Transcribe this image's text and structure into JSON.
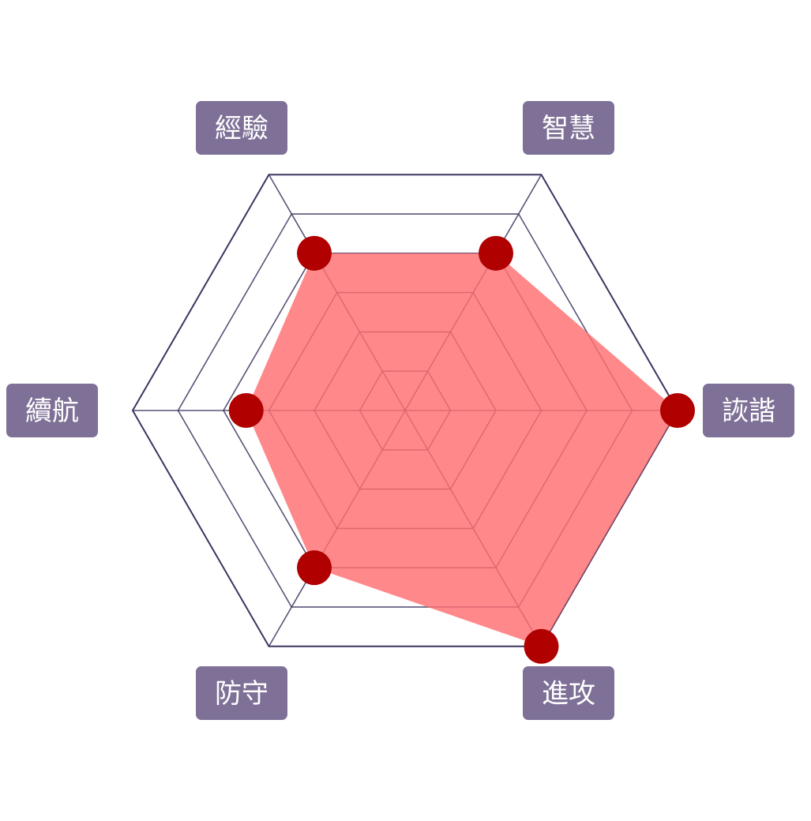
{
  "colors": {
    "grid": "#3d3560",
    "inner_grid": "#9b7f93",
    "fill": "#ff6f70",
    "fill_opacity": 0.82,
    "point": "#b00000",
    "label_bg": "#7e7096",
    "label_text": "#ffffff"
  },
  "chart_data": {
    "type": "radar",
    "max": 6,
    "levels": 6,
    "axes": [
      "智慧",
      "詼諧",
      "進攻",
      "防守",
      "續航",
      "經驗"
    ],
    "values": [
      4,
      6,
      6,
      4,
      3.5,
      4
    ]
  }
}
